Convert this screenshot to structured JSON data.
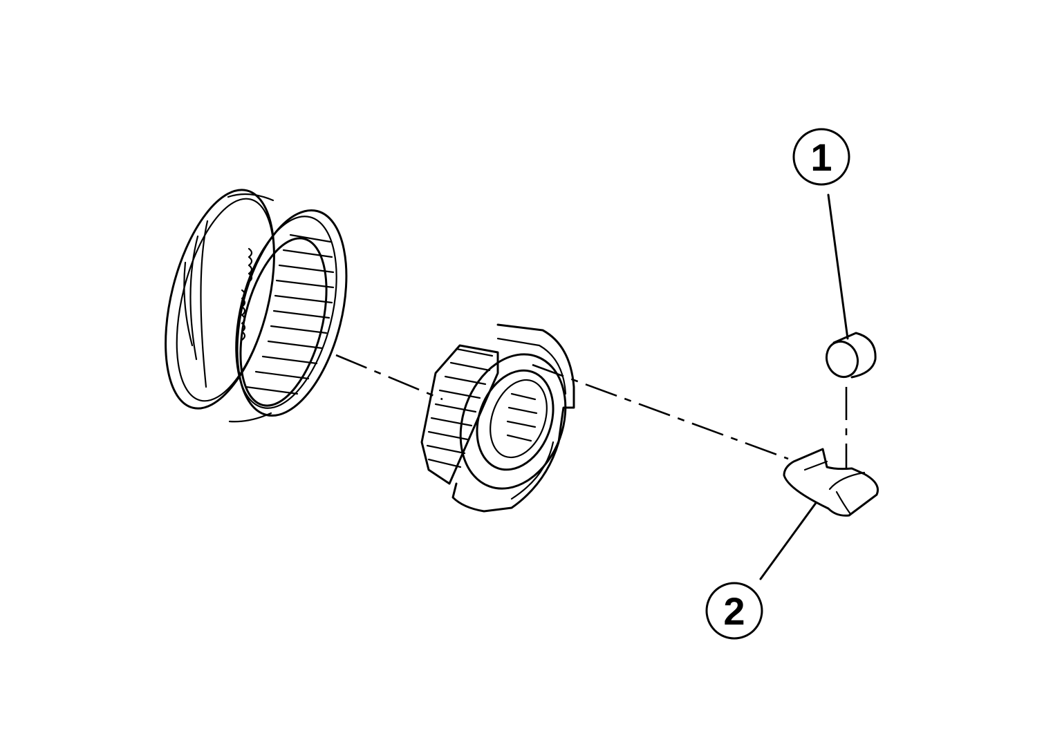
{
  "callouts": [
    {
      "id": "1",
      "label": "1",
      "part": "shifting-insert-spring-or-ball"
    },
    {
      "id": "2",
      "label": "2",
      "part": "shifting-insert"
    }
  ],
  "colors": {
    "line": "#000000",
    "background": "#ffffff"
  }
}
